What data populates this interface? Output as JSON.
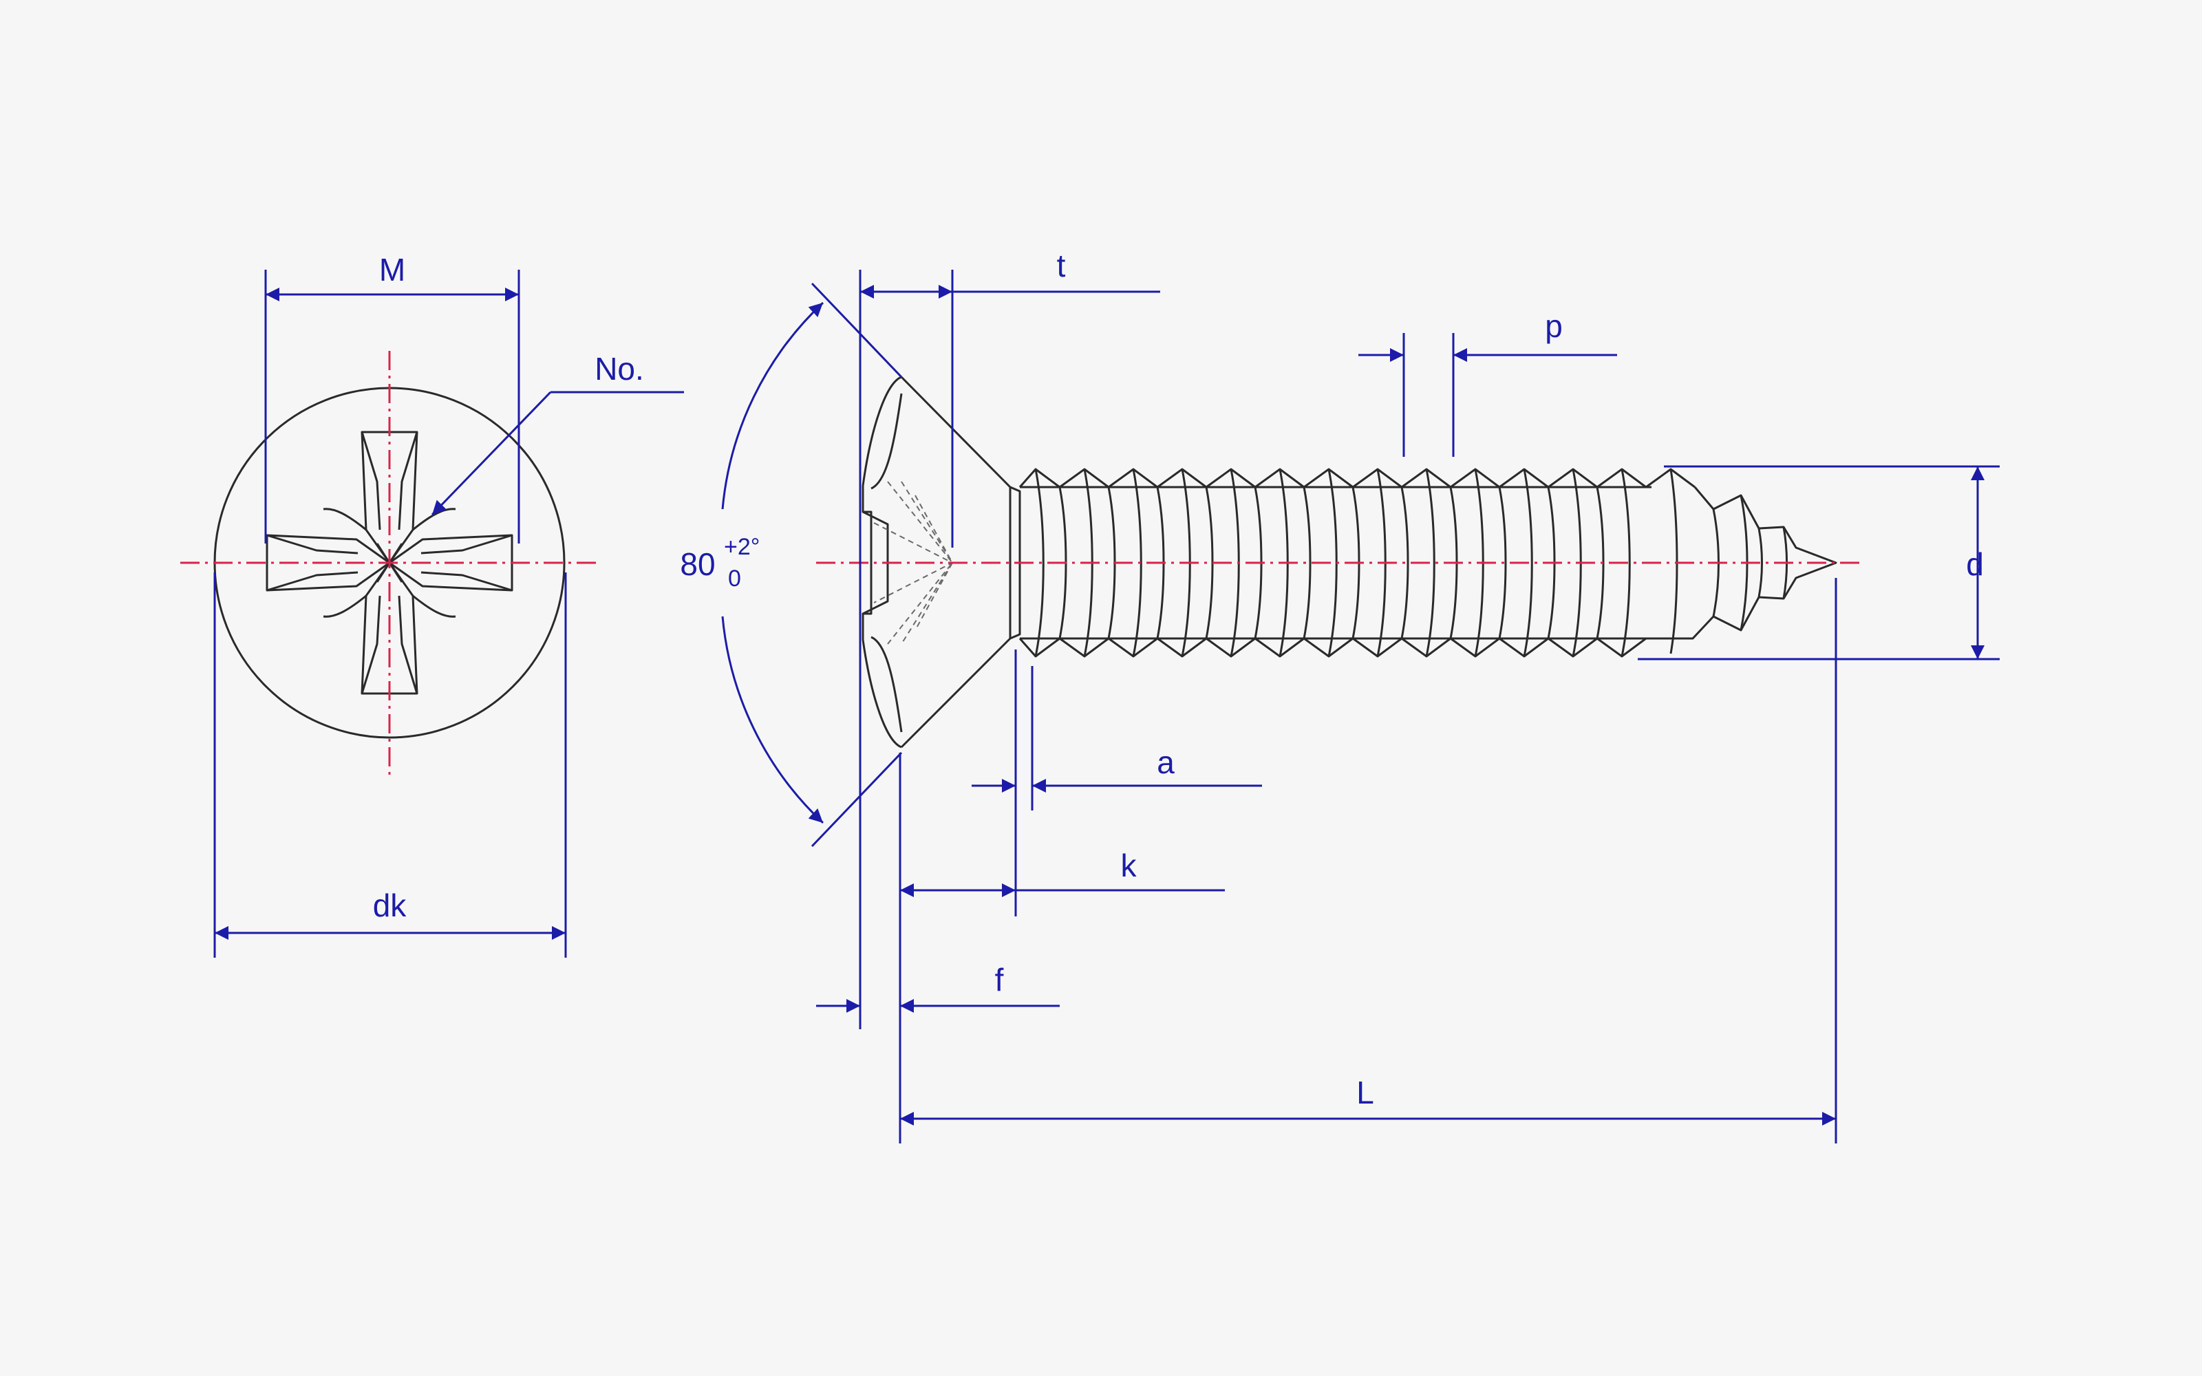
{
  "colors": {
    "background": "#f6f6f6",
    "outline": "#2a2a2a",
    "dimension": "#1c1ca8",
    "centerline": "#d8244a"
  },
  "labels": {
    "m": "M",
    "no": "No.",
    "dk": "dk",
    "t": "t",
    "p": "p",
    "d": "d",
    "a": "a",
    "k": "k",
    "f": "f",
    "l": "L",
    "angle_value": "80",
    "angle_upper": "+2°",
    "angle_lower": "0"
  },
  "geometry_note": ""
}
